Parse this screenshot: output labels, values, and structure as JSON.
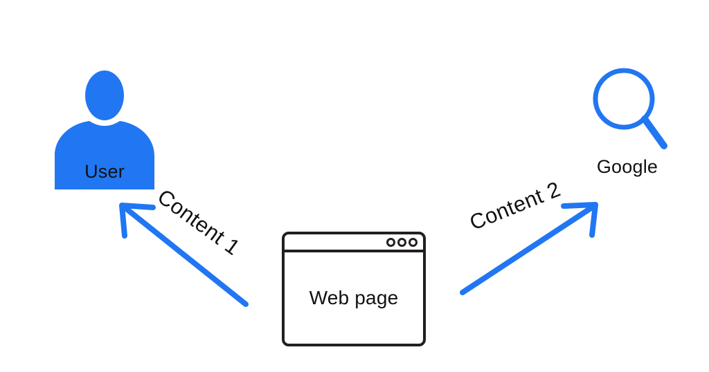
{
  "diagram": {
    "type": "flow-diagram",
    "background_color": "#ffffff",
    "accent_color": "#2176f2",
    "outline_color": "#231f20",
    "text_color": "#111111",
    "nodes": [
      {
        "id": "user",
        "label": "User",
        "icon": "user-avatar-icon",
        "color": "#2176f2"
      },
      {
        "id": "webpage",
        "label": "Web page",
        "icon": "browser-window-icon",
        "color": "#231f20"
      },
      {
        "id": "google",
        "label": "Google",
        "icon": "magnifying-glass-icon",
        "color": "#2176f2"
      }
    ],
    "edges": [
      {
        "id": "edge-content-1",
        "label": "Content 1",
        "from": "webpage",
        "to": "user",
        "color": "#2176f2",
        "direction": "up-left"
      },
      {
        "id": "edge-content-2",
        "label": "Content 2",
        "from": "webpage",
        "to": "google",
        "color": "#2176f2",
        "direction": "up-right"
      }
    ]
  },
  "user": {
    "label": "User"
  },
  "google": {
    "label": "Google"
  },
  "webpage": {
    "label": "Web page"
  },
  "edges": {
    "content_1": "Content 1",
    "content_2": "Content 2"
  }
}
